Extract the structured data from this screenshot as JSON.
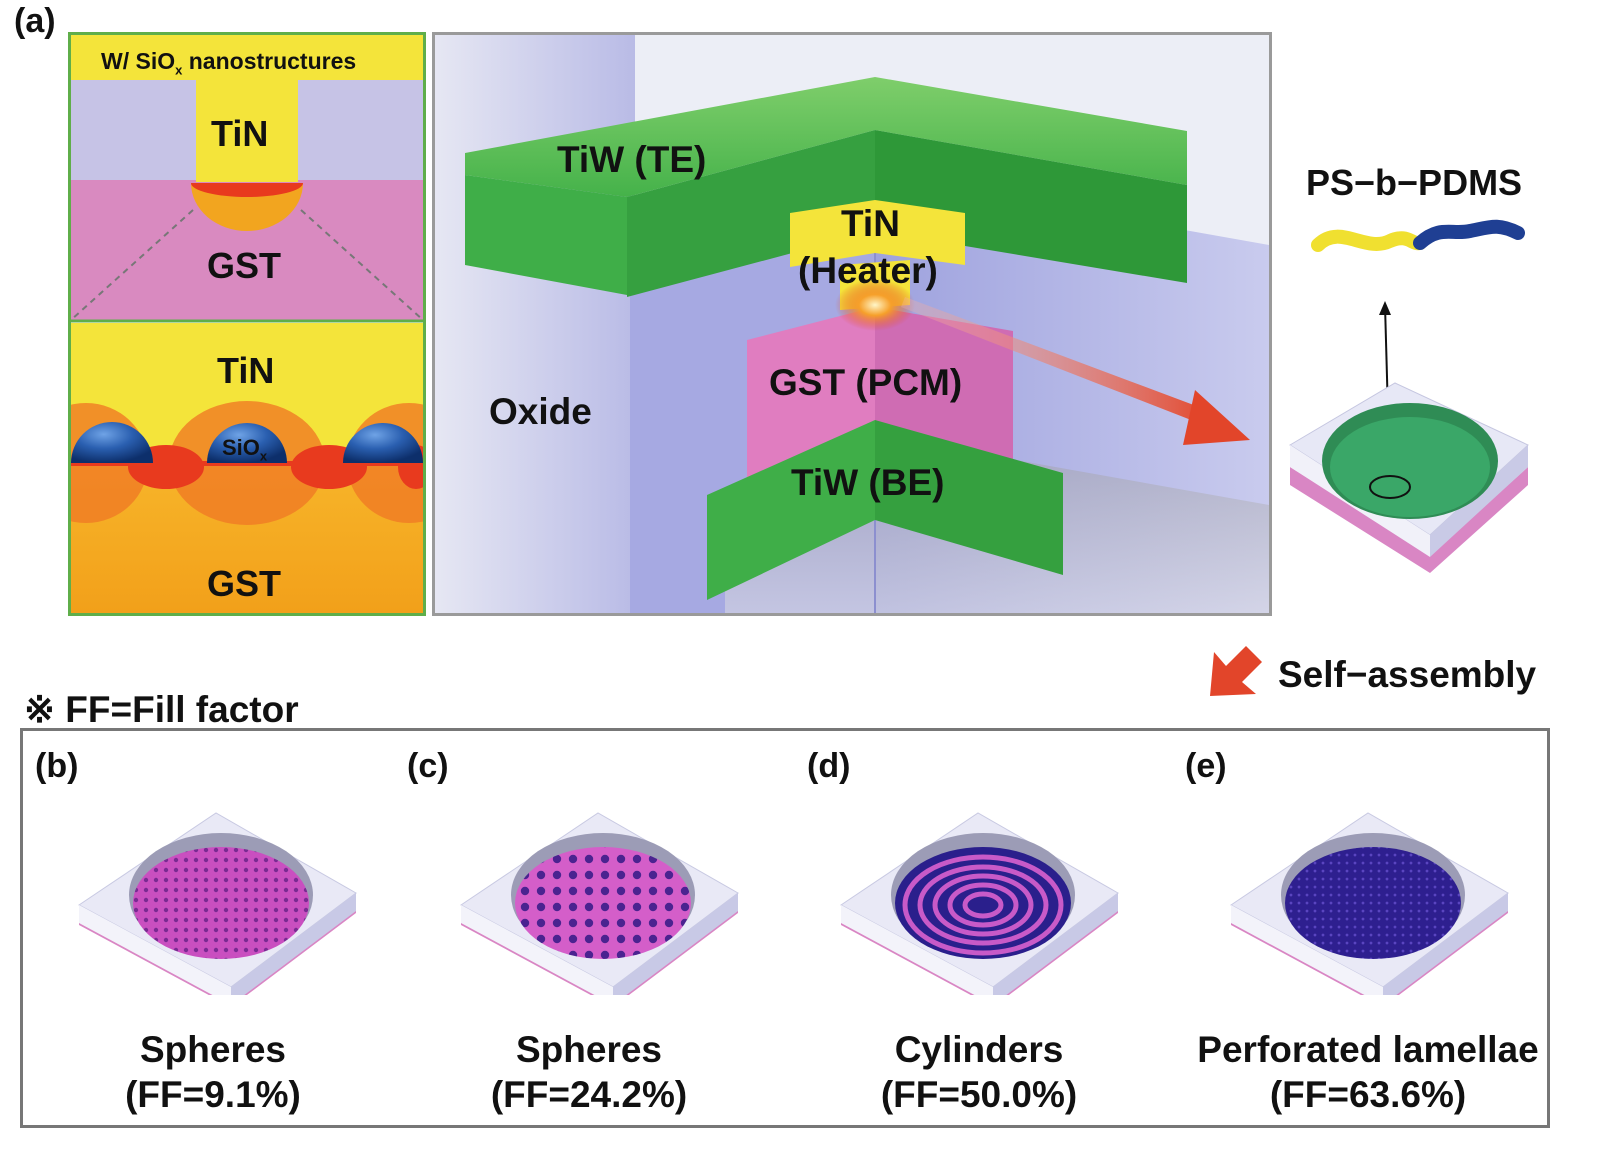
{
  "panel_a": {
    "label": "(a)",
    "inset_top": {
      "banner": "W/ SiO",
      "banner_sub": "x",
      "banner_tail": " nanostructures",
      "tin": "TiN",
      "gst": "GST"
    },
    "inset_bottom": {
      "tin": "TiN",
      "siox": "SiO",
      "siox_sub": "x",
      "gst": "GST"
    },
    "device": {
      "te": "TiW (TE)",
      "heater_1": "TiN",
      "heater_2": "(Heater)",
      "pcm": "GST (PCM)",
      "be": "TiW (BE)",
      "oxide": "Oxide"
    },
    "polymer": "PS−b−PDMS"
  },
  "self_assembly": "Self−assembly",
  "ff_note": "※ FF=Fill factor",
  "panels": [
    {
      "label": "(b)",
      "name": "Spheres",
      "ff": "(FF=9.1%)",
      "pattern": "small-dots"
    },
    {
      "label": "(c)",
      "name": "Spheres",
      "ff": "(FF=24.2%)",
      "pattern": "large-dots"
    },
    {
      "label": "(d)",
      "name": "Cylinders",
      "ff": "(FF=50.0%)",
      "pattern": "rings"
    },
    {
      "label": "(e)",
      "name": "Perforated lamellae",
      "ff": "(FF=63.6%)",
      "pattern": "perforated"
    }
  ],
  "colors": {
    "tin_yellow": "#f4e43a",
    "gst_pink": "#d98ac0",
    "gst_orange": "#f2a51f",
    "tiw_green": "#3fae48",
    "oxide_lavender": "#b7b9e8",
    "siox_blue": "#1e4f9c",
    "arrow_red": "#e2452a"
  }
}
